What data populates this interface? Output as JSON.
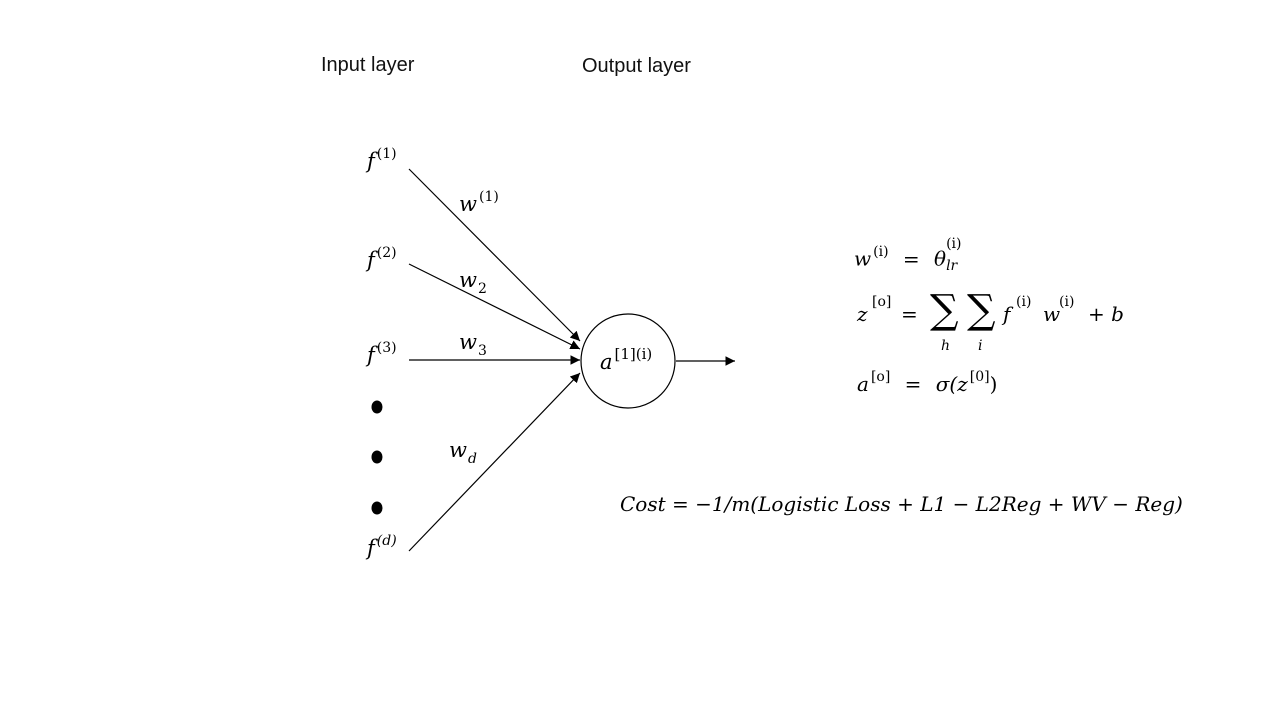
{
  "headers": {
    "input_layer": "Input layer",
    "output_layer": "Output layer"
  },
  "inputs": [
    {
      "base": "f",
      "sup": "(1)"
    },
    {
      "base": "f",
      "sup": "(2)"
    },
    {
      "base": "f",
      "sup": "(3)"
    },
    {
      "base": "f",
      "sup": "(d)"
    }
  ],
  "weights": [
    {
      "base": "w",
      "sup": "(1)",
      "sub": ""
    },
    {
      "base": "w",
      "sup": "",
      "sub": "2"
    },
    {
      "base": "w",
      "sup": "",
      "sub": "3"
    },
    {
      "base": "w",
      "sup": "",
      "sub": "d"
    }
  ],
  "neuron": {
    "base": "a",
    "sup": "[1](i)"
  },
  "equations": {
    "eq1": {
      "lhs": "w",
      "lhs_sup": "(i)",
      "eq": "=",
      "rhs": "θ",
      "rhs_sup": "(i)",
      "rhs_sub": "lr"
    },
    "eq2": {
      "lhs": "z",
      "lhs_sup": "[o]",
      "eq": "=",
      "sum1_sub": "h",
      "sum2_sub": "i",
      "term_f": "f",
      "term_f_sup": "(i)",
      "term_w": "w",
      "term_w_sup": "(i)",
      "tail": "+ b"
    },
    "eq3": {
      "lhs": "a",
      "lhs_sup": "[o]",
      "eq": "=",
      "rhs": "σ(z",
      "rhs_sup": "[0]",
      "rhs_tail": ")"
    }
  },
  "cost": "Cost = −1/m(Logistic Loss + L1 − L2Reg + WV − Reg)",
  "colors": {
    "line": "#000000",
    "text": "#000000",
    "background": "#ffffff"
  }
}
